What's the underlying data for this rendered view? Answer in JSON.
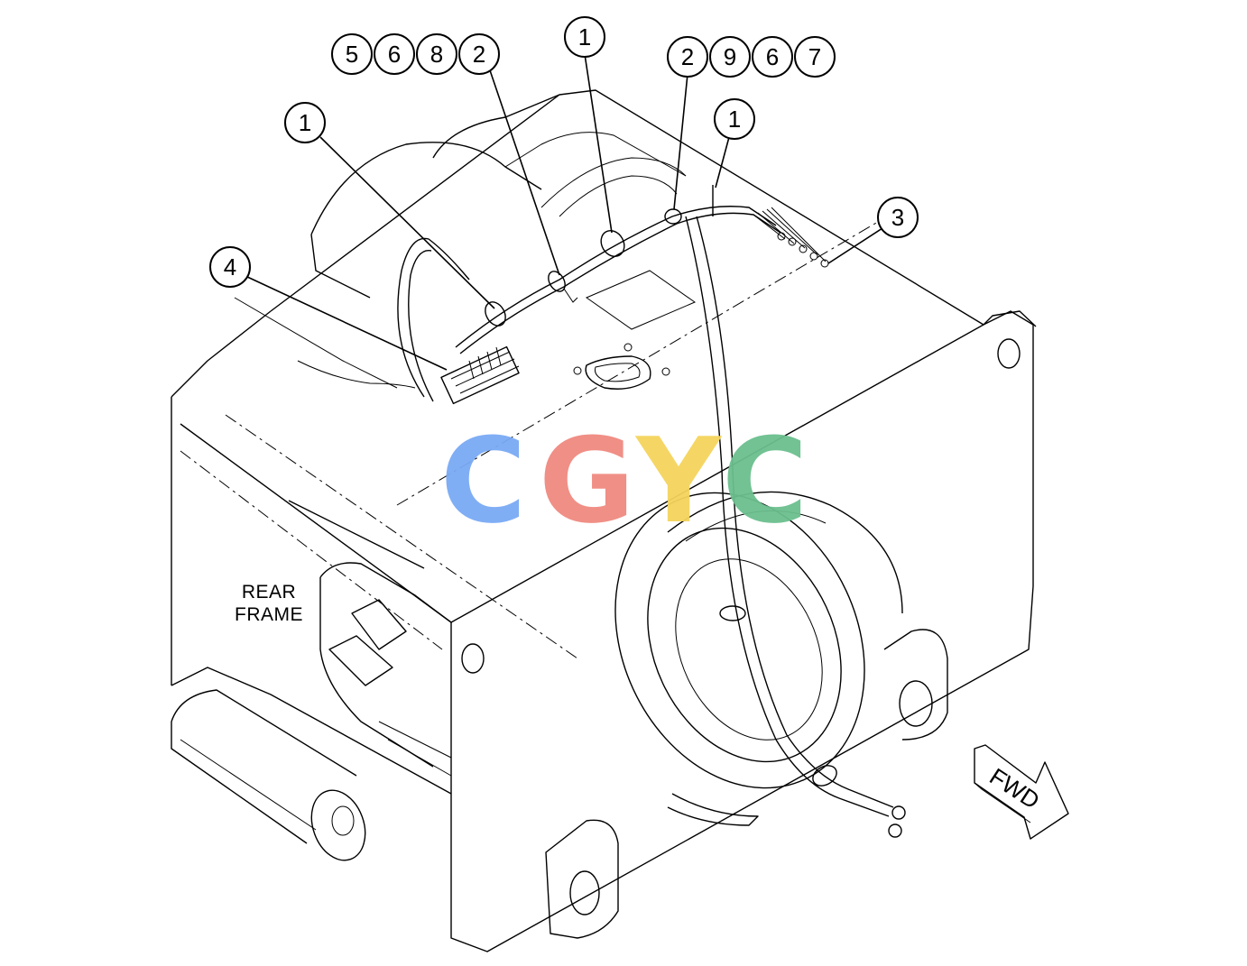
{
  "frame_label": {
    "line1": "REAR",
    "line2": "FRAME"
  },
  "direction_arrow": {
    "label": "FWD"
  },
  "watermark": {
    "text": "CGYC",
    "colors": [
      "#7aaaf5",
      "#f08a80",
      "#f5d45c",
      "#6bbf8e"
    ]
  },
  "callouts": {
    "group_left": [
      "5",
      "6",
      "8",
      "2"
    ],
    "top_center": "1",
    "group_right": [
      "2",
      "9",
      "6",
      "7"
    ],
    "upper_left": "1",
    "upper_right": "1",
    "right": "3",
    "left": "4"
  }
}
